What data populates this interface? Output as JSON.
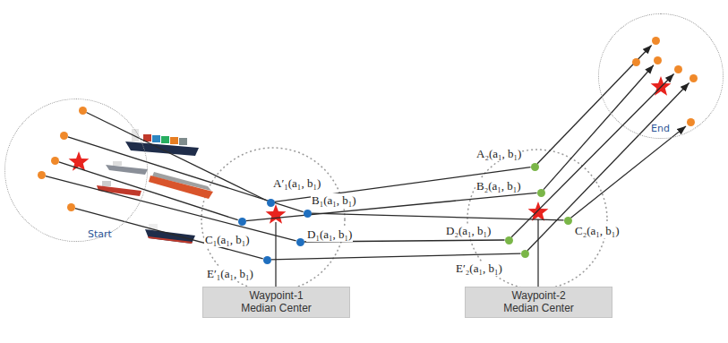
{
  "diagram": {
    "nodes": [
      {
        "text": [
          "Start"
        ]
      },
      {
        "text": [
          "A′₁(a₁, b₁)"
        ]
      },
      {
        "text": [
          "B₁(a₁, b₁)"
        ]
      },
      {
        "text": [
          "C₁(a₁, b₁)"
        ]
      },
      {
        "text": [
          "D₁(a₁, b₁)"
        ]
      },
      {
        "text": [
          "E′₁(a₁, b₁)"
        ]
      },
      {
        "text": [
          "A₂(a₁, b₁)"
        ]
      },
      {
        "text": [
          "B₂(a₁, b₁)"
        ]
      },
      {
        "text": [
          "C₂(a₁, b₁)"
        ]
      },
      {
        "text": [
          "D₂(a₁, b₁)"
        ]
      },
      {
        "text": [
          "E′₂(a₁, b₁)"
        ]
      },
      {
        "text": [
          "End"
        ]
      },
      {
        "text": [
          "Waypoint-1 Median Center"
        ]
      },
      {
        "text": [
          "Waypoint-2 Median Center"
        ]
      }
    ],
    "edges": [
      {
        "from": 0,
        "to": 1,
        "arrow": "none"
      },
      {
        "from": 0,
        "to": 2,
        "arrow": "none"
      },
      {
        "from": 0,
        "to": 3,
        "arrow": "none"
      },
      {
        "from": 0,
        "to": 4,
        "arrow": "none"
      },
      {
        "from": 0,
        "to": 5,
        "arrow": "none"
      },
      {
        "from": 1,
        "to": 6,
        "arrow": "none"
      },
      {
        "from": 2,
        "to": 8,
        "arrow": "none"
      },
      {
        "from": 3,
        "to": 7,
        "arrow": "none"
      },
      {
        "from": 4,
        "to": 9,
        "arrow": "none"
      },
      {
        "from": 5,
        "to": 10,
        "arrow": "none"
      },
      {
        "from": 6,
        "to": 11,
        "arrow": "to"
      },
      {
        "from": 7,
        "to": 11,
        "arrow": "to"
      },
      {
        "from": 8,
        "to": 11,
        "arrow": "to"
      },
      {
        "from": 9,
        "to": 11,
        "arrow": "to"
      },
      {
        "from": 10,
        "to": 11,
        "arrow": "to"
      }
    ]
  }
}
